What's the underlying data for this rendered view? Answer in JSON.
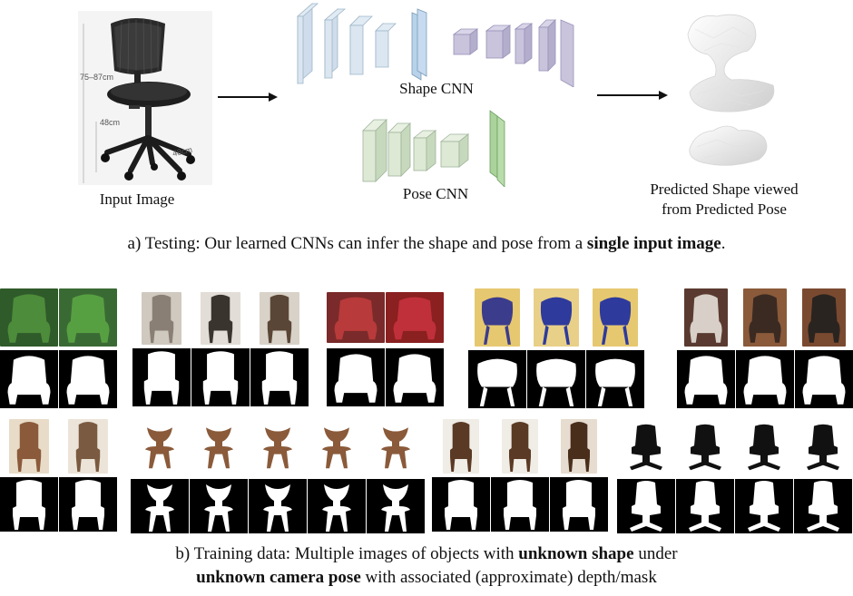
{
  "testing": {
    "input_label": "Input Image",
    "dim_height": "75–87cm",
    "dim_seat": "48cm",
    "dim_base": "48cm",
    "shape_cnn_label": "Shape CNN",
    "pose_cnn_label": "Pose CNN",
    "output_label_line1": "Predicted Shape viewed",
    "output_label_line2": "from Predicted Pose",
    "caption_prefix": "a) Testing: Our learned CNNs can infer the shape and pose from a ",
    "caption_bold": "single input image",
    "caption_suffix": "."
  },
  "training": {
    "caption_line1_prefix": "b) Training data: Multiple images of objects with ",
    "caption_line1_bold": "unknown shape",
    "caption_line1_suffix": " under",
    "caption_line2_bold": "unknown camera pose",
    "caption_line2_suffix": " with associated (approximate) depth/mask"
  },
  "colors": {
    "shape_cnn_block": "#cfe0ee",
    "shape_cnn_fc": "#b8d2ea",
    "shape_cnn_latent": "#c9c4dc",
    "pose_cnn_block": "#dde9d4",
    "pose_cnn_fc": "#a9d39a",
    "mask_bg": "#000000",
    "mask_fg": "#ffffff"
  }
}
